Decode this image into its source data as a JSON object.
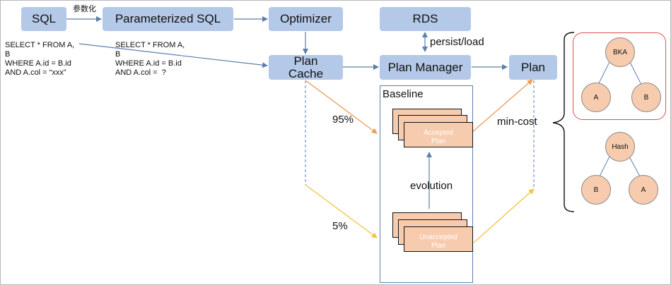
{
  "boxes": {
    "sql": "SQL",
    "param_sql": "Parameterized SQL",
    "optimizer": "Optimizer",
    "rds": "RDS",
    "plan_cache": "Plan\nCache",
    "plan_manager": "Plan Manager",
    "plan": "Plan"
  },
  "labels": {
    "parameterize": "参数化",
    "persist_load": "persist/load",
    "baseline": "Baseline",
    "pct_95": "95%",
    "pct_5": "5%",
    "evolution": "evolution",
    "min_cost": "min-cost"
  },
  "code": {
    "sql_text": "SELECT * FROM A,\nB\nWHERE A.id = B.id\nAND A.col = “xxx”",
    "param_text": "SELECT * FROM A,\nB\nWHERE A.id = B.id\nAND A.col =  ?"
  },
  "plans": {
    "accepted": "Accepted\nPlan",
    "unaccepted": "Unaccepted\nPlan"
  },
  "trees": [
    {
      "root": "BKA",
      "left": "A",
      "right": "B"
    },
    {
      "root": "Hash",
      "left": "B",
      "right": "A"
    }
  ],
  "colors": {
    "box_fill": "#b4c8e7",
    "arrow_blue": "#5b7fae",
    "arrow_orange": "#ef9a55",
    "arrow_yellow": "#f5c242",
    "plan_fill": "#f7ccae",
    "highlight_border": "#e05050"
  }
}
